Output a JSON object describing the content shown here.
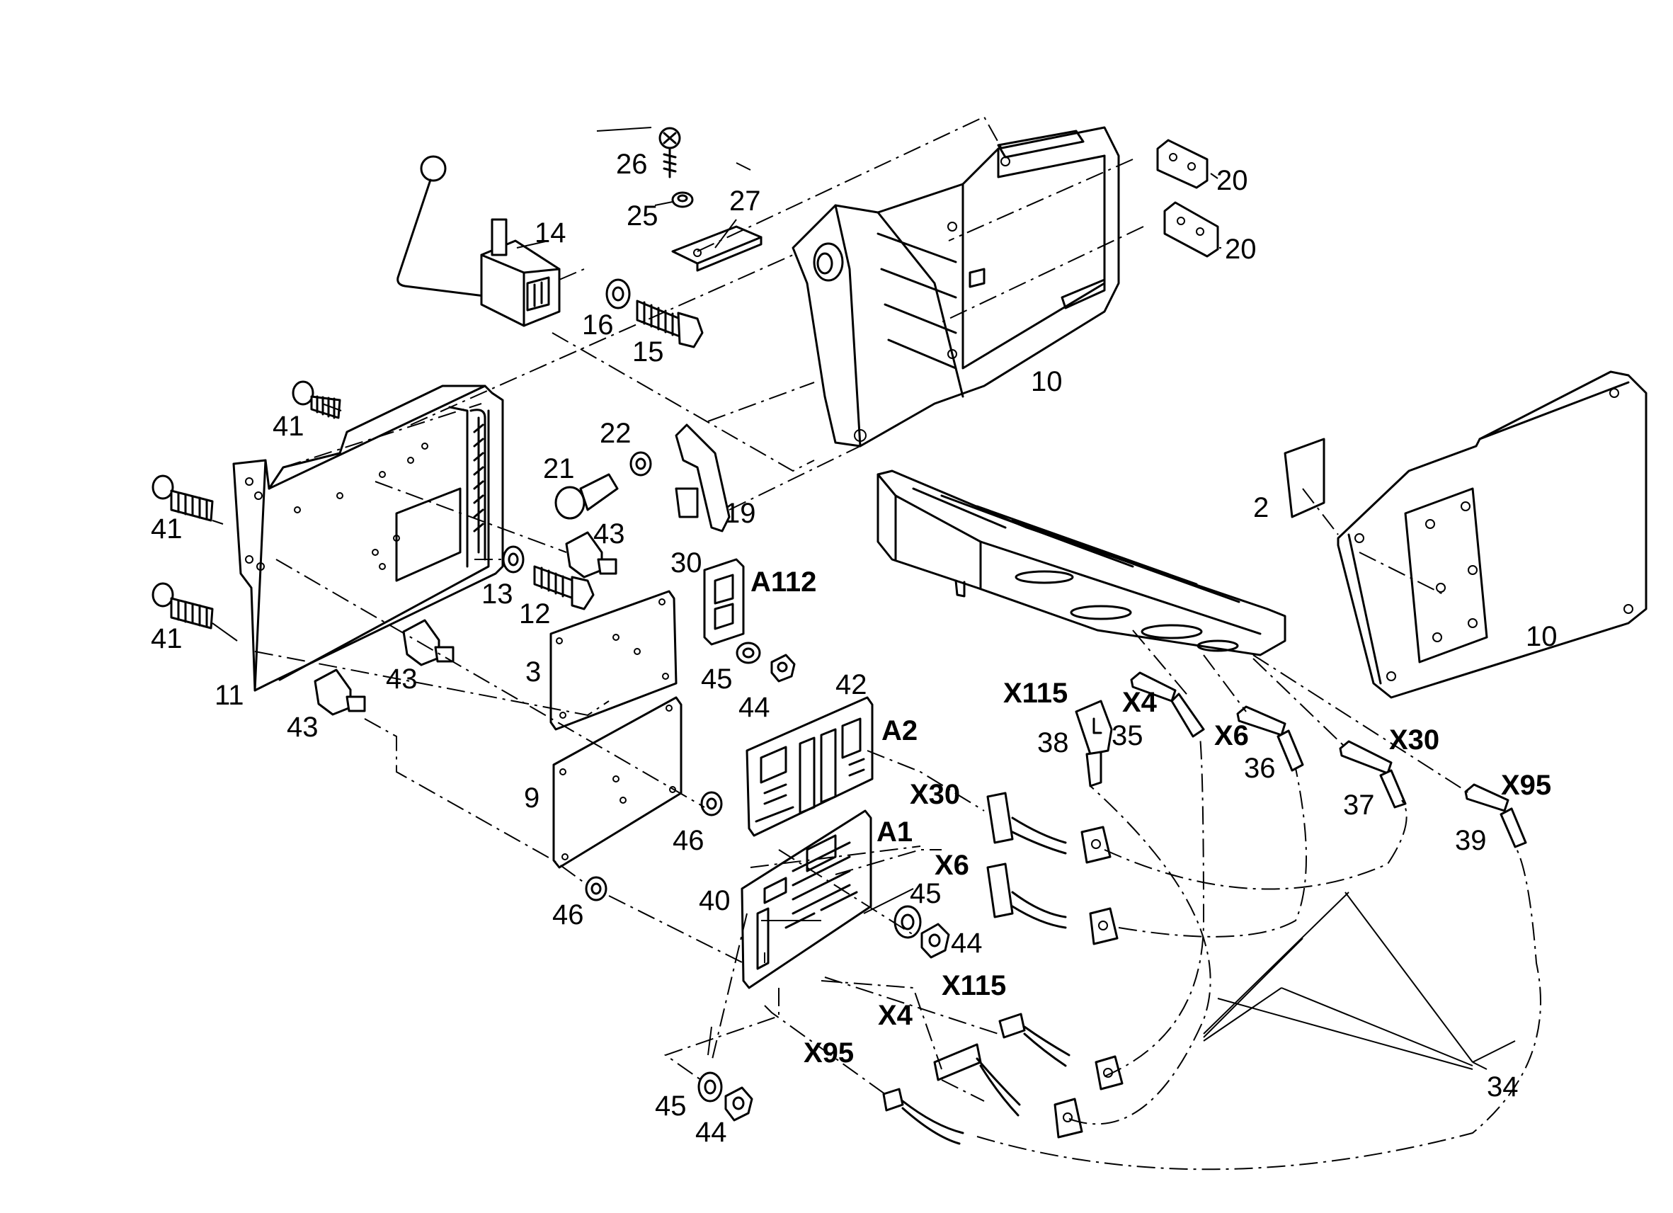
{
  "labels": [
    {
      "id": "26",
      "text": "26",
      "bold": false
    },
    {
      "id": "25",
      "text": "25",
      "bold": false
    },
    {
      "id": "27",
      "text": "27",
      "bold": false
    },
    {
      "id": "14",
      "text": "14",
      "bold": false
    },
    {
      "id": "16",
      "text": "16",
      "bold": false
    },
    {
      "id": "15",
      "text": "15",
      "bold": false
    },
    {
      "id": "20a",
      "text": "20",
      "bold": false
    },
    {
      "id": "20b",
      "text": "20",
      "bold": false
    },
    {
      "id": "10a",
      "text": "10",
      "bold": false
    },
    {
      "id": "41a",
      "text": "41",
      "bold": false
    },
    {
      "id": "22",
      "text": "22",
      "bold": false
    },
    {
      "id": "21",
      "text": "21",
      "bold": false
    },
    {
      "id": "19",
      "text": "19",
      "bold": false
    },
    {
      "id": "41b",
      "text": "41",
      "bold": false
    },
    {
      "id": "43a",
      "text": "43",
      "bold": false
    },
    {
      "id": "30",
      "text": "30",
      "bold": false
    },
    {
      "id": "A112",
      "text": "A112",
      "bold": true
    },
    {
      "id": "2",
      "text": "2",
      "bold": false
    },
    {
      "id": "13",
      "text": "13",
      "bold": false
    },
    {
      "id": "12",
      "text": "12",
      "bold": false
    },
    {
      "id": "10b",
      "text": "10",
      "bold": false
    },
    {
      "id": "41c",
      "text": "41",
      "bold": false
    },
    {
      "id": "43b",
      "text": "43",
      "bold": false
    },
    {
      "id": "3",
      "text": "3",
      "bold": false
    },
    {
      "id": "45a",
      "text": "45",
      "bold": false
    },
    {
      "id": "42",
      "text": "42",
      "bold": false
    },
    {
      "id": "11",
      "text": "11",
      "bold": false
    },
    {
      "id": "44a",
      "text": "44",
      "bold": false
    },
    {
      "id": "X115a",
      "text": "X115",
      "bold": true
    },
    {
      "id": "X4a",
      "text": "X4",
      "bold": true
    },
    {
      "id": "43c",
      "text": "43",
      "bold": false
    },
    {
      "id": "A2",
      "text": "A2",
      "bold": true
    },
    {
      "id": "38",
      "text": "38",
      "bold": false
    },
    {
      "id": "35",
      "text": "35",
      "bold": false
    },
    {
      "id": "X6a",
      "text": "X6",
      "bold": true
    },
    {
      "id": "X30a",
      "text": "X30",
      "bold": true
    },
    {
      "id": "36",
      "text": "36",
      "bold": false
    },
    {
      "id": "9",
      "text": "9",
      "bold": false
    },
    {
      "id": "X30b",
      "text": "X30",
      "bold": true
    },
    {
      "id": "37",
      "text": "37",
      "bold": false
    },
    {
      "id": "X95a",
      "text": "X95",
      "bold": true
    },
    {
      "id": "A1",
      "text": "A1",
      "bold": true
    },
    {
      "id": "46a",
      "text": "46",
      "bold": false
    },
    {
      "id": "39",
      "text": "39",
      "bold": false
    },
    {
      "id": "X6b",
      "text": "X6",
      "bold": true
    },
    {
      "id": "45b",
      "text": "45",
      "bold": false
    },
    {
      "id": "40",
      "text": "40",
      "bold": false
    },
    {
      "id": "46b",
      "text": "46",
      "bold": false
    },
    {
      "id": "44b",
      "text": "44",
      "bold": false
    },
    {
      "id": "X115b",
      "text": "X115",
      "bold": true
    },
    {
      "id": "X4b",
      "text": "X4",
      "bold": true
    },
    {
      "id": "X95b",
      "text": "X95",
      "bold": true
    },
    {
      "id": "34",
      "text": "34",
      "bold": false
    },
    {
      "id": "45c",
      "text": "45",
      "bold": false
    },
    {
      "id": "44c",
      "text": "44",
      "bold": false
    }
  ]
}
